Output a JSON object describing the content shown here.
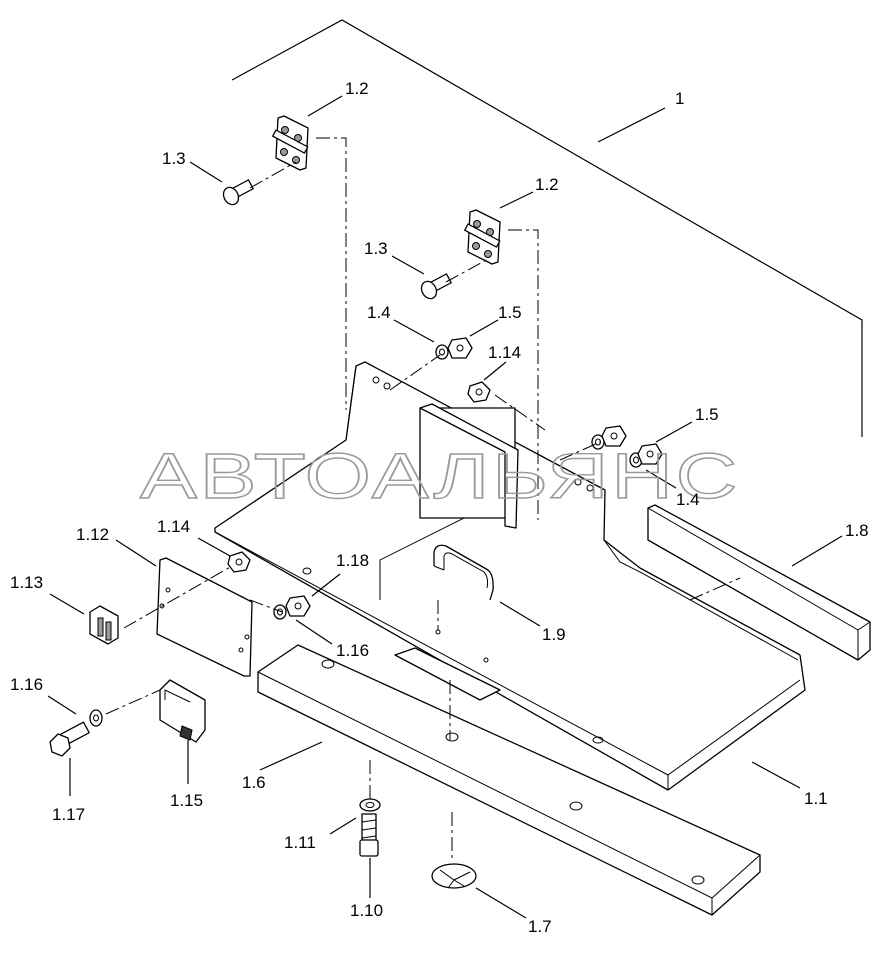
{
  "watermark": "АВТОАЛЬЯНС",
  "callouts": [
    {
      "id": "c-1",
      "text": "1"
    },
    {
      "id": "c-1-1",
      "text": "1.1"
    },
    {
      "id": "c-1-2a",
      "text": "1.2"
    },
    {
      "id": "c-1-2b",
      "text": "1.2"
    },
    {
      "id": "c-1-3a",
      "text": "1.3"
    },
    {
      "id": "c-1-3b",
      "text": "1.3"
    },
    {
      "id": "c-1-4a",
      "text": "1.4"
    },
    {
      "id": "c-1-4b",
      "text": "1.4"
    },
    {
      "id": "c-1-5a",
      "text": "1.5"
    },
    {
      "id": "c-1-5b",
      "text": "1.5"
    },
    {
      "id": "c-1-6",
      "text": "1.6"
    },
    {
      "id": "c-1-7",
      "text": "1.7"
    },
    {
      "id": "c-1-8",
      "text": "1.8"
    },
    {
      "id": "c-1-9",
      "text": "1.9"
    },
    {
      "id": "c-1-10",
      "text": "1.10"
    },
    {
      "id": "c-1-11",
      "text": "1.11"
    },
    {
      "id": "c-1-12",
      "text": "1.12"
    },
    {
      "id": "c-1-13",
      "text": "1.13"
    },
    {
      "id": "c-1-14a",
      "text": "1.14"
    },
    {
      "id": "c-1-14b",
      "text": "1.14"
    },
    {
      "id": "c-1-15",
      "text": "1.15"
    },
    {
      "id": "c-1-16a",
      "text": "1.16"
    },
    {
      "id": "c-1-16b",
      "text": "1.16"
    },
    {
      "id": "c-1-17",
      "text": "1.17"
    },
    {
      "id": "c-1-18",
      "text": "1.18"
    }
  ]
}
